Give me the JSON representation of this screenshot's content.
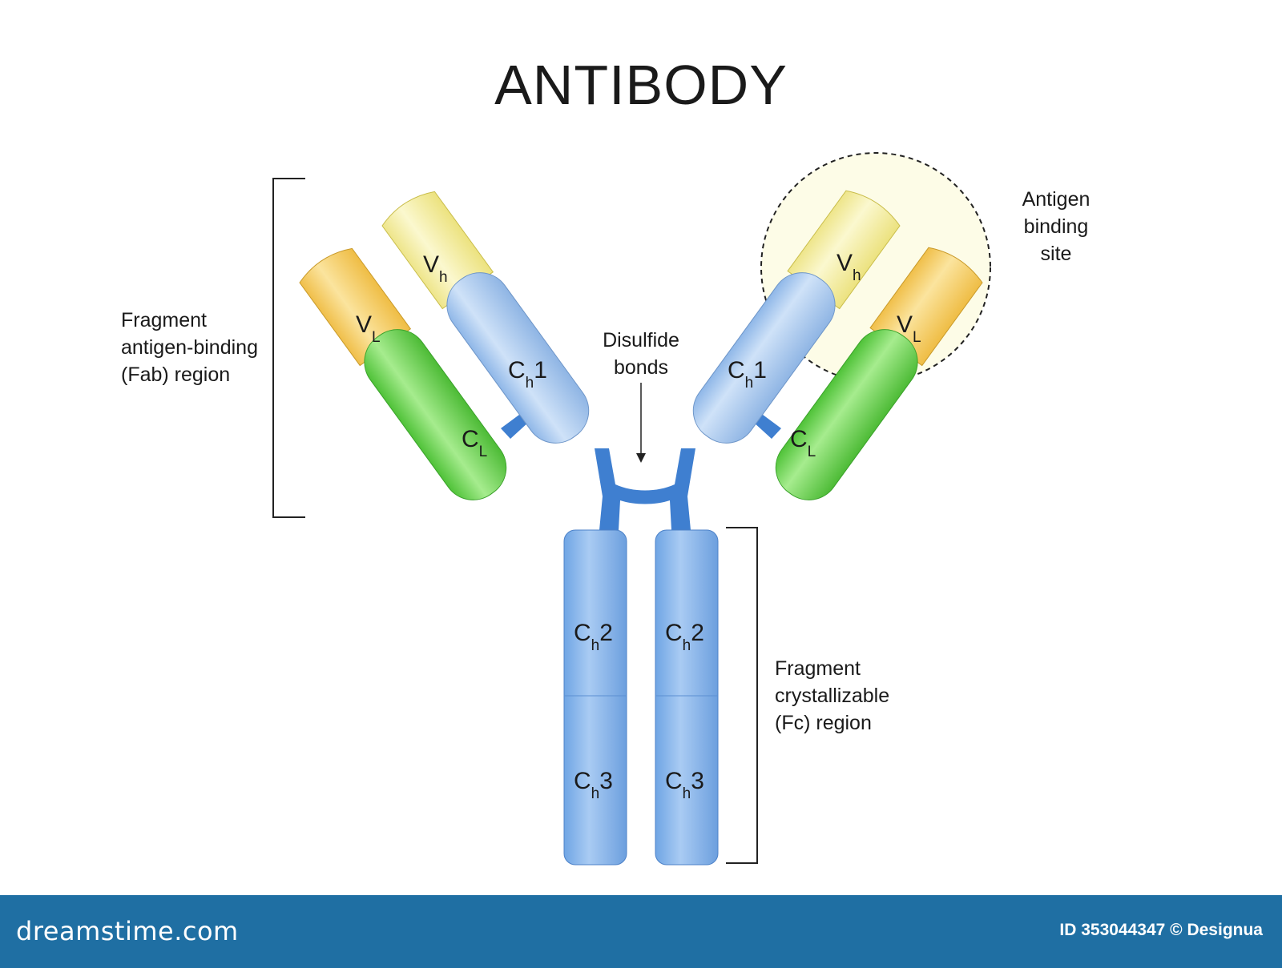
{
  "title": "ANTIBODY",
  "labels": {
    "fab": [
      "Fragment",
      "antigen-binding",
      "(Fab) region"
    ],
    "antigen_site": [
      "Antigen",
      "binding",
      "site"
    ],
    "disulfide": [
      "Disulfide",
      "bonds"
    ],
    "fc": [
      "Fragment",
      "crystallizable",
      "(Fc) region"
    ]
  },
  "domains": {
    "vh": {
      "main": "V",
      "sub": "h"
    },
    "vl": {
      "main": "V",
      "sub": "L"
    },
    "ch1": {
      "main": "C",
      "sub": "h",
      "tail": "1"
    },
    "cl": {
      "main": "C",
      "sub": "L"
    },
    "ch2": {
      "main": "C",
      "sub": "h",
      "tail": "2"
    },
    "ch3": {
      "main": "C",
      "sub": "h",
      "tail": "3"
    }
  },
  "colors": {
    "heavy_blue": "#a9c9ef",
    "fc_blue": "#7fb0ea",
    "light_green": "#6fd45a",
    "vh_yellow": "#f7f1a8",
    "vl_yellow": "#f7cf6a",
    "hinge_blue": "#3f7fd0",
    "footer": "#1f6fa3"
  },
  "footer": {
    "brand": "dreamstime.com",
    "credit": "ID 353044347 © Designua"
  }
}
